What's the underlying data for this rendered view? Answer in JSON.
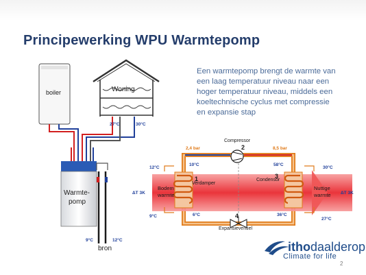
{
  "slide": {
    "title": "Principewerking WPU Warmtepomp",
    "description": "Een warmtepomp brengt de warmte van een laag temperatuur niveau naar een hoger temperatuur niveau, middels een koeltechnische cyclus met compressie en expansie stap",
    "page_number": "2"
  },
  "installation": {
    "boiler_label": "boiler",
    "house_label": "Woning",
    "house_temp_low": "27°C",
    "house_temp_high": "30°C",
    "unit_label_line1": "Warmte-",
    "unit_label_line2": "pomp",
    "source_temp_low": "9°C",
    "source_temp_high": "12°C",
    "source_label": "bron"
  },
  "cycle": {
    "compressor_label": "Compressor",
    "compressor_number": "2",
    "pressure_low": "2,4 bar",
    "pressure_high": "8,5 bar",
    "temp_evap_top": "10°C",
    "temp_cond_top": "58°C",
    "temp_evap_bottom": "6°C",
    "temp_cond_bottom": "36°C",
    "evaporator_number": "1",
    "evaporator_label": "Verdamper",
    "condenser_number": "3",
    "condenser_label": "Condensor",
    "expansion_number": "4",
    "expansion_label": "Expansieventiel",
    "ground_heat_line1": "Bodem",
    "ground_heat_line2": "warmte",
    "useful_heat_line1": "Nuttige",
    "useful_heat_line2": "warmte",
    "source_in_temp": "12°C",
    "source_out_temp": "9°C",
    "source_delta": "ΔT 3K",
    "heating_in_temp": "27°C",
    "heating_out_temp": "30°C",
    "heating_delta": "ΔT 3K"
  },
  "brand": {
    "name_part1": "itho",
    "name_part2": "daalderop",
    "tagline": "Climate for life"
  },
  "colors": {
    "title": "#243d6b",
    "text_blue": "#4a6a98",
    "pipe_red": "#d21f1f",
    "pipe_blue": "#1f3f9a",
    "orange": "#e07b1a",
    "hot_band": "#ef3b3b",
    "brand_blue": "#1f4c8a"
  }
}
